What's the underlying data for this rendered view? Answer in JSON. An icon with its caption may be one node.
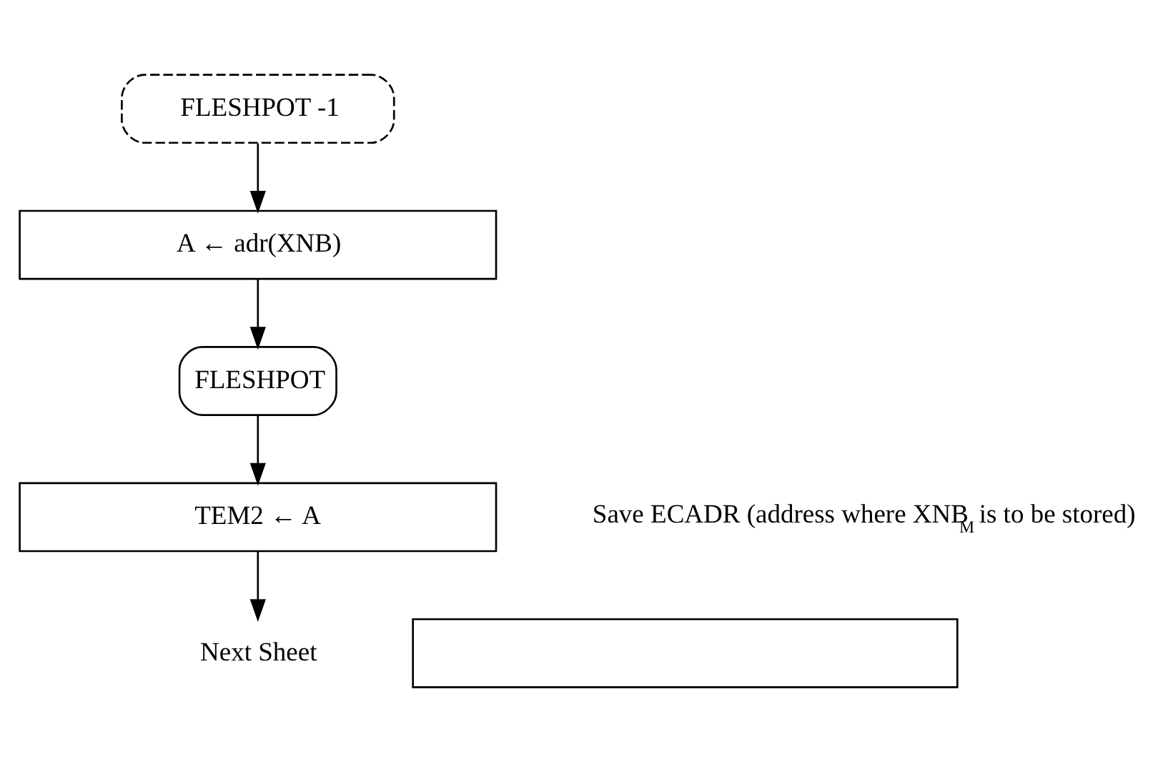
{
  "diagram": {
    "nodes": [
      {
        "text": [
          "FLESHPOT -1"
        ]
      },
      {
        "text": [
          "A ← adr(XNB)"
        ]
      },
      {
        "text": [
          "FLESHPOT"
        ]
      },
      {
        "text": [
          "TEM2 ← A"
        ],
        "beside": [
          "Save ECADR (address where XNB$_{M}$ is to be stored)"
        ]
      },
      {
        "text": [
          "Next Sheet"
        ]
      },
      {
        "text": [],
        "shape": "box"
      }
    ],
    "edges": [
      {
        "from": 0,
        "to": 1,
        "arrow": "to"
      },
      {
        "from": 1,
        "to": 2,
        "arrow": "to"
      },
      {
        "from": 2,
        "to": 3,
        "arrow": "to"
      },
      {
        "from": 3,
        "to": 4,
        "arrow": "to"
      }
    ]
  }
}
